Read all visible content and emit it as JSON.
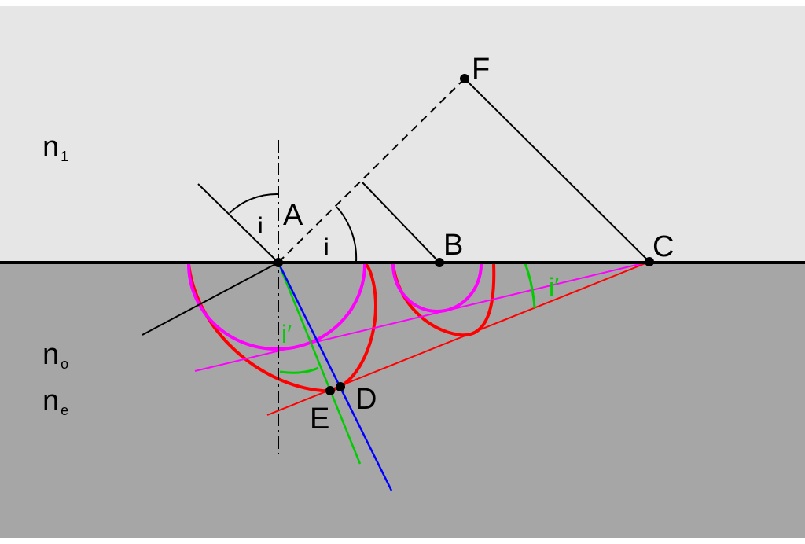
{
  "media": {
    "upper": {
      "name": "n",
      "sub": "1"
    },
    "lower_o": {
      "name": "n",
      "sub": "o"
    },
    "lower_e": {
      "name": "n",
      "sub": "e"
    }
  },
  "points": {
    "A": "A",
    "B": "B",
    "C": "C",
    "D": "D",
    "E": "E",
    "F": "F"
  },
  "angles": {
    "incidence_1": "i",
    "incidence_2": "i",
    "refraction_1": "i′",
    "refraction_2": "i′"
  },
  "colors": {
    "upper_medium": "#e6e6e6",
    "lower_medium": "#a6a6a6",
    "extraordinary": "#ff0000",
    "ordinary": "#ff00ff",
    "ordinary_ray": "#00cc00",
    "extraordinary_ray": "#0000ff",
    "angle_label": "#00cc00"
  }
}
